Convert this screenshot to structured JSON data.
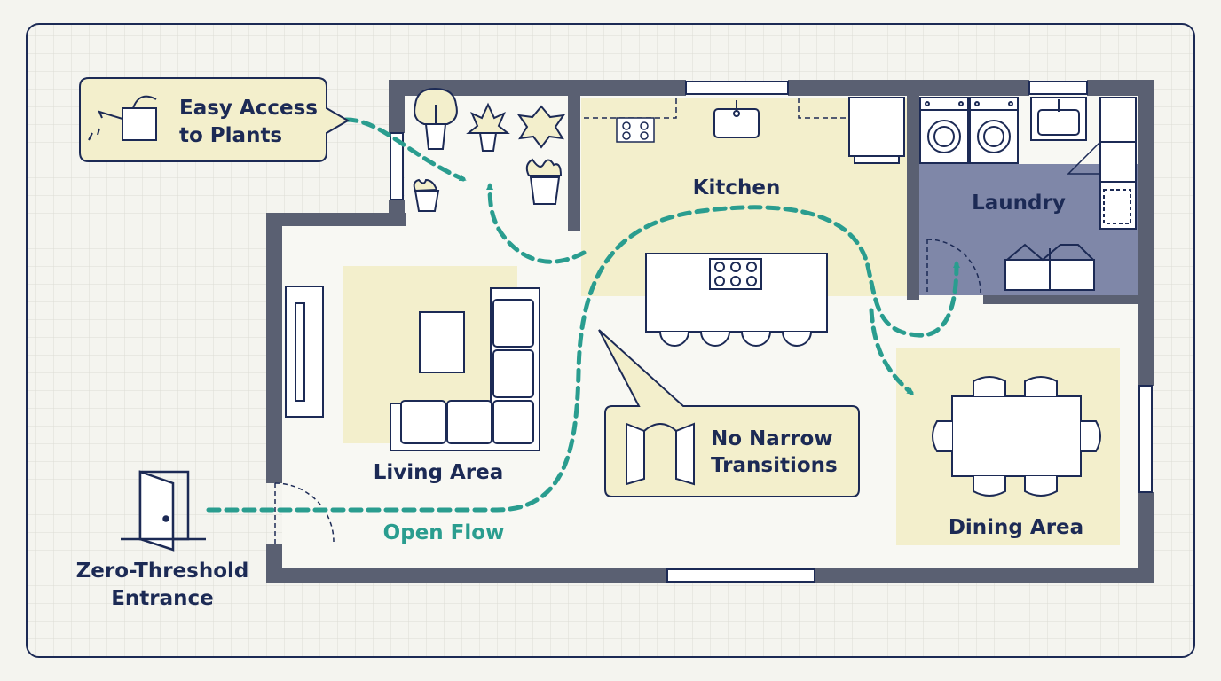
{
  "rooms": {
    "kitchen": "Kitchen",
    "laundry": "Laundry",
    "living": "Living Area",
    "dining": "Dining Area"
  },
  "flow_label": "Open Flow",
  "callouts": {
    "plants": [
      "Easy Access",
      "to Plants"
    ],
    "transitions": [
      "No Narrow",
      "Transitions"
    ]
  },
  "entrance": [
    "Zero-Threshold",
    "Entrance"
  ],
  "colors": {
    "background": "#f4f4ef",
    "grid": "#dcdcd4",
    "outline": "#1c2a55",
    "wall": "#5a6072",
    "zone": "#f3efcc",
    "laundry": "#7f87a8",
    "flow": "#2a9d8f"
  },
  "icons": [
    "watering-can-icon",
    "door-icon",
    "wide-doorway-icon",
    "plant-icon",
    "washer-icon",
    "dryer-icon",
    "sofa-icon",
    "stove-icon",
    "sink-icon"
  ]
}
